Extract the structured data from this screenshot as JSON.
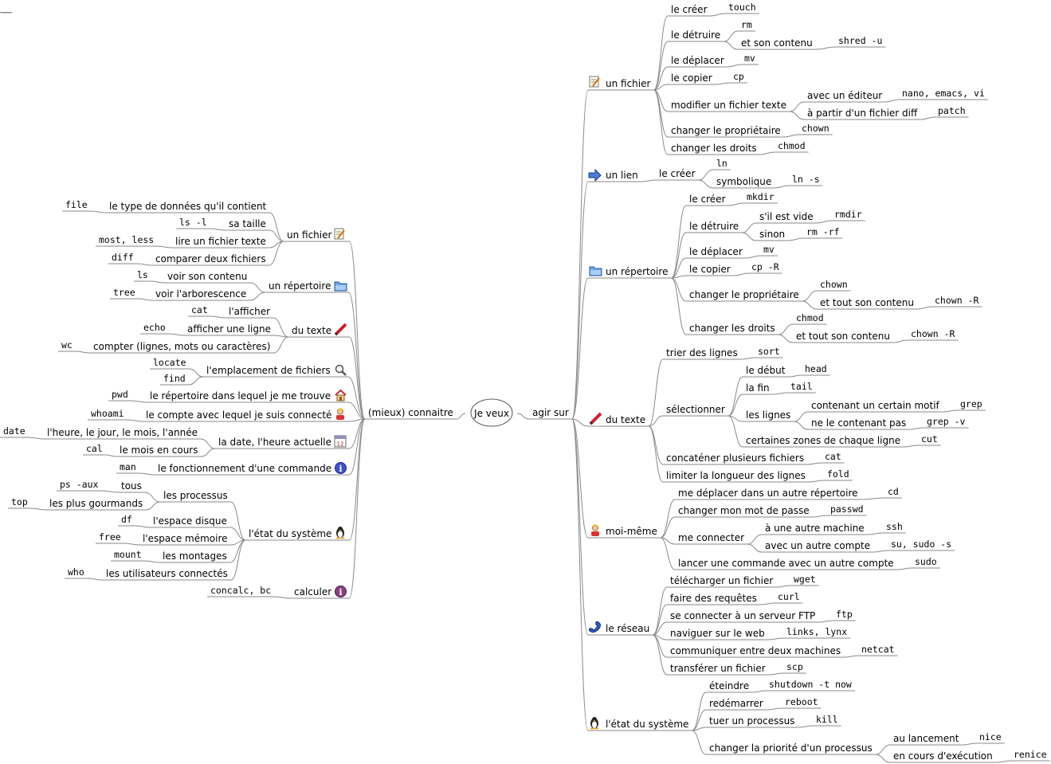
{
  "colors": {
    "edge": "#8a8a8a",
    "text": "#000000",
    "background": "#ffffff"
  },
  "root": {
    "label": "Je veux"
  },
  "left": {
    "label": "(mieux) connaitre",
    "groups": [
      {
        "label": "un fichier",
        "icon": "memo-icon",
        "items": [
          {
            "label": "le type de données qu'il contient",
            "cmd": "file"
          },
          {
            "label": "sa taille",
            "cmd": "ls -l"
          },
          {
            "label": "lire un fichier texte",
            "cmd": "most, less"
          },
          {
            "label": "comparer deux fichiers",
            "cmd": "diff"
          }
        ]
      },
      {
        "label": "un répertoire",
        "icon": "folder-icon",
        "items": [
          {
            "label": "voir son contenu",
            "cmd": "ls"
          },
          {
            "label": "voir l'arborescence",
            "cmd": "tree"
          }
        ]
      },
      {
        "label": "du texte",
        "icon": "pencil-icon",
        "items": [
          {
            "label": "l'afficher",
            "cmd": "cat"
          },
          {
            "label": "afficher une ligne",
            "cmd": "echo"
          },
          {
            "label": "compter (lignes, mots ou caractères)",
            "cmd": "wc"
          }
        ]
      },
      {
        "label": "l'emplacement de fichiers",
        "icon": "magnifier-icon",
        "cmds": [
          "locate",
          "find"
        ]
      },
      {
        "label": "le répertoire dans lequel je me trouve",
        "icon": "house-icon",
        "cmd": "pwd"
      },
      {
        "label": "le compte avec lequel je suis connecté",
        "icon": "user-icon",
        "cmd": "whoami"
      },
      {
        "label": "la date, l'heure actuelle",
        "icon": "calendar-icon",
        "items": [
          {
            "label": "l'heure, le jour, le mois, l'année",
            "cmd": "date"
          },
          {
            "label": "le mois en cours",
            "cmd": "cal"
          }
        ]
      },
      {
        "label": "le fonctionnement d'une commande",
        "icon": "info-icon",
        "cmd": "man"
      },
      {
        "label": "l'état du système",
        "icon": "penguin-icon",
        "items": [
          {
            "label": "les processus",
            "children": [
              {
                "label": "tous",
                "cmd": "ps -aux"
              },
              {
                "label": "les plus gourmands",
                "cmd": "top"
              }
            ]
          },
          {
            "label": "l'espace disque",
            "cmd": "df"
          },
          {
            "label": "l'espace mémoire",
            "cmd": "free"
          },
          {
            "label": "les montages",
            "cmd": "mount"
          },
          {
            "label": "les utilisateurs connectés",
            "cmd": "who"
          }
        ]
      },
      {
        "label": "calculer",
        "icon": "calculator-icon",
        "cmd": "concalc, bc"
      }
    ]
  },
  "right": {
    "label": "agir sur",
    "groups": [
      {
        "label": "un fichier",
        "icon": "memo-icon",
        "items": [
          {
            "label": "le créer",
            "cmd": "touch"
          },
          {
            "label": "le détruire",
            "cmd": "rm",
            "children": [
              {
                "label": "et son contenu",
                "cmd": "shred -u"
              }
            ]
          },
          {
            "label": "le déplacer",
            "cmd": "mv"
          },
          {
            "label": "le copier",
            "cmd": "cp"
          },
          {
            "label": "modifier un fichier texte",
            "children": [
              {
                "label": "avec un éditeur",
                "cmd": "nano, emacs, vi"
              },
              {
                "label": "à partir d'un fichier diff",
                "cmd": "patch"
              }
            ]
          },
          {
            "label": "changer le propriétaire",
            "cmd": "chown"
          },
          {
            "label": "changer les droits",
            "cmd": "chmod"
          }
        ]
      },
      {
        "label": "un lien",
        "icon": "arrow-icon",
        "items": [
          {
            "label": "le créer",
            "cmd": "ln",
            "children": [
              {
                "label": "symbolique",
                "cmd": "ln -s"
              }
            ]
          }
        ]
      },
      {
        "label": "un répertoire",
        "icon": "folder-icon",
        "items": [
          {
            "label": "le créer",
            "cmd": "mkdir"
          },
          {
            "label": "le détruire",
            "children": [
              {
                "label": "s'il est vide",
                "cmd": "rmdir"
              },
              {
                "label": "sinon",
                "cmd": "rm -rf"
              }
            ]
          },
          {
            "label": "le déplacer",
            "cmd": "mv"
          },
          {
            "label": "le copier",
            "cmd": "cp -R"
          },
          {
            "label": "changer le propriétaire",
            "cmd": "chown",
            "children": [
              {
                "label": "et tout son contenu",
                "cmd": "chown -R"
              }
            ]
          },
          {
            "label": "changer les droits",
            "cmd": "chmod",
            "children": [
              {
                "label": "et tout son contenu",
                "cmd": "chown -R"
              }
            ]
          }
        ]
      },
      {
        "label": "du texte",
        "icon": "pencil-icon",
        "items": [
          {
            "label": "trier des lignes",
            "cmd": "sort"
          },
          {
            "label": "sélectionner",
            "children": [
              {
                "label": "le début",
                "cmd": "head"
              },
              {
                "label": "la fin",
                "cmd": "tail"
              },
              {
                "label": "les lignes",
                "children": [
                  {
                    "label": "contenant un certain motif",
                    "cmd": "grep"
                  },
                  {
                    "label": "ne le contenant pas",
                    "cmd": "grep -v"
                  }
                ]
              },
              {
                "label": "certaines zones de chaque ligne",
                "cmd": "cut"
              }
            ]
          },
          {
            "label": "concaténer plusieurs fichiers",
            "cmd": "cat"
          },
          {
            "label": "limiter la longueur des lignes",
            "cmd": "fold"
          }
        ]
      },
      {
        "label": "moi-même",
        "icon": "user-icon",
        "items": [
          {
            "label": "me déplacer dans un autre répertoire",
            "cmd": "cd"
          },
          {
            "label": "changer mon mot de passe",
            "cmd": "passwd"
          },
          {
            "label": "me connecter",
            "children": [
              {
                "label": "à une autre machine",
                "cmd": "ssh"
              },
              {
                "label": "avec un autre compte",
                "cmd": "su, sudo -s"
              }
            ]
          },
          {
            "label": "lancer une commande avec un autre compte",
            "cmd": "sudo"
          }
        ]
      },
      {
        "label": "le réseau",
        "icon": "phone-icon",
        "items": [
          {
            "label": "télécharger un fichier",
            "cmd": "wget"
          },
          {
            "label": "faire des requêtes",
            "cmd": "curl"
          },
          {
            "label": "se connecter à un serveur FTP",
            "cmd": "ftp"
          },
          {
            "label": "naviguer sur le web",
            "cmd": "links, lynx"
          },
          {
            "label": "communiquer entre deux machines",
            "cmd": "netcat"
          },
          {
            "label": "transférer un fichier",
            "cmd": "scp"
          }
        ]
      },
      {
        "label": "l'état du système",
        "icon": "penguin-icon",
        "items": [
          {
            "label": "éteindre",
            "cmd": "shutdown -t now"
          },
          {
            "label": "redémarrer",
            "cmd": "reboot"
          },
          {
            "label": "tuer un processus",
            "cmd": "kill"
          },
          {
            "label": "changer la priorité d'un processus",
            "children": [
              {
                "label": "au lancement",
                "cmd": "nice"
              },
              {
                "label": "en cours d'exécution",
                "cmd": "renice"
              }
            ]
          }
        ]
      }
    ]
  }
}
